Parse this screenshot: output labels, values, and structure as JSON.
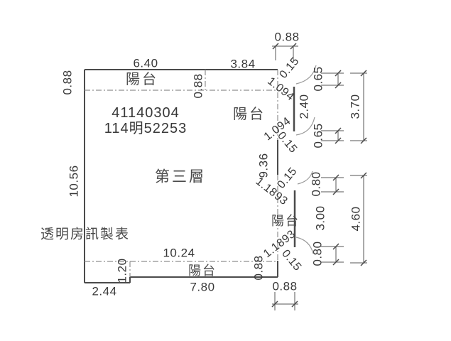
{
  "title": {
    "parcel_no": "41140304",
    "reg_no": "114明52253",
    "floor": "第三層",
    "source": "透明房訊製表"
  },
  "labels": {
    "balcony_top": "陽台",
    "balcony_right_upper": "陽台",
    "balcony_right_mid": "陽台",
    "balcony_bottom": "陽台"
  },
  "dims": {
    "d640": "6.40",
    "d384": "3.84",
    "d088_top": "0.88",
    "d088_left": "0.88",
    "d088_mid": "0.88",
    "d1056": "10.56",
    "d936": "9.36",
    "d015_1": "0.15",
    "d1094_1": "1.094",
    "d1094_2": "1.094",
    "d015_2": "0.15",
    "d065_1": "0.65",
    "d065_2": "0.65",
    "d240": "2.40",
    "d370": "3.70",
    "d015_3": "0.15",
    "d11893_1": "1.1893",
    "d11893_2": "1.1893",
    "d015_4": "0.15",
    "d080_1": "0.80",
    "d080_2": "0.80",
    "d300": "3.00",
    "d460": "4.60",
    "d1024": "10.24",
    "d120": "1.20",
    "d244": "2.44",
    "d780": "7.80",
    "d088_br": "0.88",
    "d088_bottom": "0.88"
  },
  "colors": {
    "wall_line": "#4b4b4b",
    "dim_line": "#555555",
    "dash_line": "#8f8f8f",
    "arc_line": "#9a9a9a",
    "text": "#383838",
    "background": "#ffffff"
  }
}
